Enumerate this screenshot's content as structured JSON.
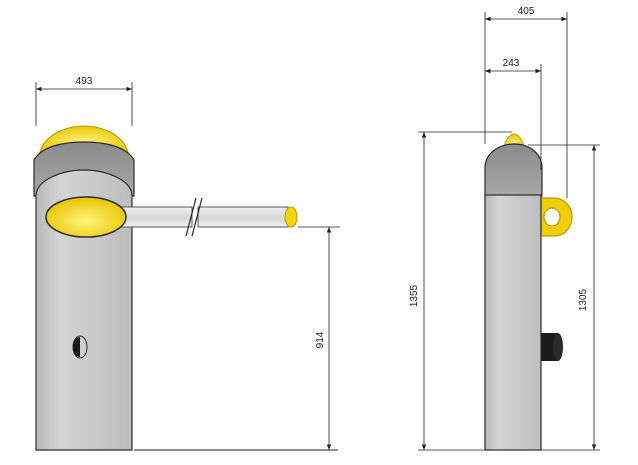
{
  "dimensions": {
    "front_width": "493",
    "arm_height": "914",
    "side_overall_depth": "405",
    "side_head_depth": "243",
    "side_total_height": "1355",
    "side_body_height": "1305"
  },
  "colors": {
    "housing": "#c9c9c9",
    "housing_shade": "#b3b3b3",
    "head": "#9a9a9a",
    "lamp": "#f5d60a",
    "lamp_dark": "#c9aa00",
    "outline": "#2b2b2b",
    "dimension_line": "#222222"
  }
}
